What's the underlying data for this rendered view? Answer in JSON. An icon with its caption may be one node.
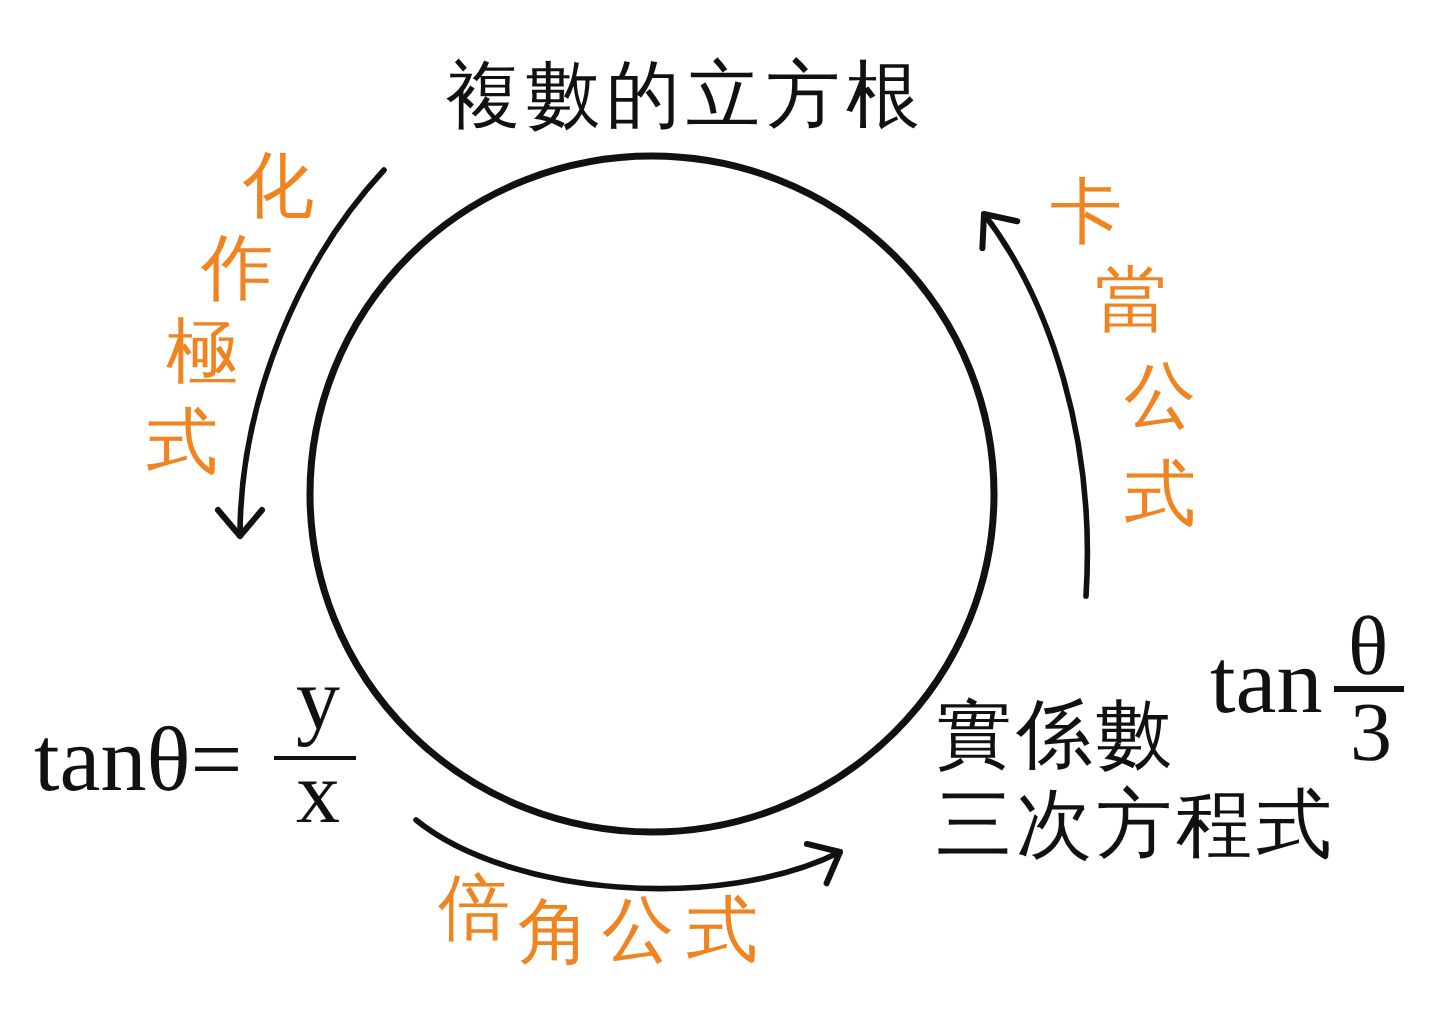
{
  "diagram": {
    "nodes": [
      {
        "text": [
          "複數的立方根"
        ]
      },
      {
        "text": [
          "tanθ=",
          "y",
          "x"
        ]
      },
      {
        "text": [
          "實係數",
          "三次方程式"
        ],
        "beside": [
          "tan",
          "θ",
          "3"
        ]
      }
    ],
    "edges": [
      {
        "from": 0,
        "to": 1,
        "arrow": "to",
        "label": "化作極式"
      },
      {
        "from": 1,
        "to": 2,
        "arrow": "to",
        "label": "倍角公式"
      },
      {
        "from": 2,
        "to": 0,
        "arrow": "to",
        "label": "卡當公式"
      }
    ]
  }
}
